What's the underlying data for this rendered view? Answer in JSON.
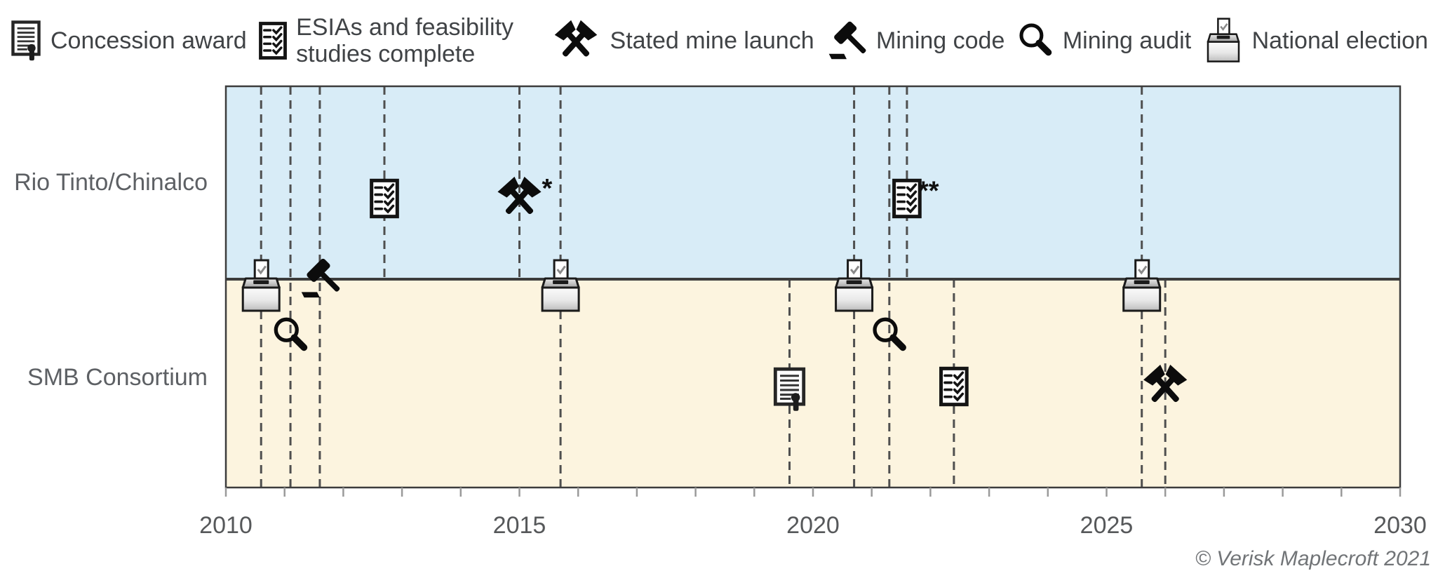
{
  "legend": {
    "items": [
      {
        "id": "concession-award",
        "label": "Concession award"
      },
      {
        "id": "esia-complete",
        "label": "ESIAs and feasibility studies complete"
      },
      {
        "id": "stated-mine-launch",
        "label": "Stated mine launch"
      },
      {
        "id": "mining-code",
        "label": "Mining code"
      },
      {
        "id": "mining-audit",
        "label": "Mining audit"
      },
      {
        "id": "national-election",
        "label": "National election"
      }
    ]
  },
  "chart_data": {
    "type": "timeline",
    "x_axis": {
      "min": 2010,
      "max": 2030,
      "tick_interval_years": 1,
      "labeled_ticks": [
        2010,
        2015,
        2020,
        2025,
        2030
      ]
    },
    "lanes": [
      {
        "id": "rio",
        "name": "Rio Tinto/Chinalco",
        "band_color": "#d8ecf7"
      },
      {
        "id": "smb",
        "name": "SMB Consortium",
        "band_color": "#fcf4df"
      }
    ],
    "events": [
      {
        "type": "national-election",
        "scope": "both",
        "year": 2010.6
      },
      {
        "type": "mining-audit",
        "scope": "both",
        "year": 2011.1
      },
      {
        "type": "mining-code",
        "scope": "both",
        "year": 2011.6
      },
      {
        "type": "esia-complete",
        "scope": "rio",
        "year": 2012.7
      },
      {
        "type": "stated-mine-launch",
        "scope": "rio",
        "year": 2015.0,
        "annotation": "*"
      },
      {
        "type": "national-election",
        "scope": "both",
        "year": 2015.7
      },
      {
        "type": "concession-award",
        "scope": "smb",
        "year": 2019.6
      },
      {
        "type": "national-election",
        "scope": "both",
        "year": 2020.7
      },
      {
        "type": "mining-audit",
        "scope": "both",
        "year": 2021.3
      },
      {
        "type": "esia-complete",
        "scope": "rio",
        "year": 2021.6,
        "annotation": "**"
      },
      {
        "type": "esia-complete",
        "scope": "smb",
        "year": 2022.4
      },
      {
        "type": "national-election",
        "scope": "both",
        "year": 2025.6
      },
      {
        "type": "stated-mine-launch",
        "scope": "smb",
        "year": 2026.0
      }
    ]
  },
  "footer": {
    "copyright": "© Verisk Maplecroft 2021"
  }
}
